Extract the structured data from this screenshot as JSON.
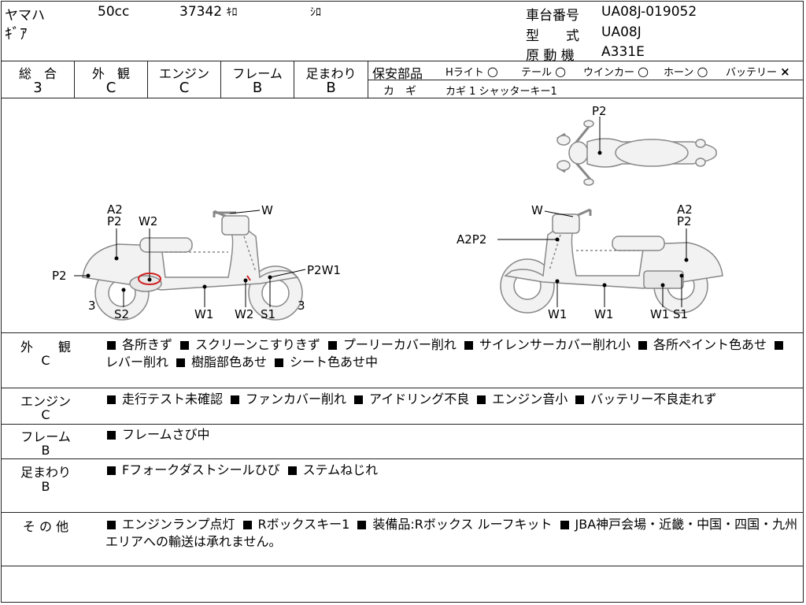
{
  "header": {
    "maker": "ヤマハ",
    "displacement": "50cc",
    "mileage": "37342",
    "mileage_unit": "ｷﾛ",
    "color": "ｼﾛ",
    "model_name": "ｷﾞｱ",
    "frame_no_label": "車台番号",
    "frame_no": "UA08J-019052",
    "type_label": "型　　式",
    "type": "UA08J",
    "engine_label": "原 動 機",
    "engine": "A331E"
  },
  "grades": {
    "overall": {
      "label": "総　合",
      "value": "3"
    },
    "exterior": {
      "label": "外　観",
      "value": "C"
    },
    "engine": {
      "label": "エンジン",
      "value": "C"
    },
    "frame": {
      "label": "フレーム",
      "value": "B"
    },
    "suspension": {
      "label": "足まわり",
      "value": "B"
    }
  },
  "safety": {
    "label": "保安部品",
    "items": [
      {
        "name": "Hライト",
        "status": "○"
      },
      {
        "name": "テール",
        "status": "○"
      },
      {
        "name": "ウインカー",
        "status": "○"
      },
      {
        "name": "ホーン",
        "status": "○"
      },
      {
        "name": "バッテリー",
        "status": "×"
      }
    ],
    "key_label": "カ　ギ",
    "key_value": "カギ 1  シャッターキー1"
  },
  "diagram_labels": {
    "top_p2": "P2",
    "left_a2": "A2",
    "left_p2_top": "P2",
    "left_w2_top": "W2",
    "left_w_handle": "W",
    "left_p2_front": "P2",
    "left_p2w1": "P2W1",
    "left_3_left": "3",
    "left_3_right": "3",
    "left_s2": "S2",
    "left_w1": "W1",
    "left_w2_bottom": "W2",
    "left_s1": "S1",
    "right_w": "W",
    "right_a2p2": "A2P2",
    "right_a2": "A2",
    "right_p2": "P2",
    "right_w1_a": "W1",
    "right_w1_b": "W1",
    "right_w1_c": "W1",
    "right_s1": "S1"
  },
  "remarks": [
    {
      "label": "外　　観",
      "grade": "C",
      "items": [
        "各所きず",
        "スクリーンこすりきず",
        "プーリーカバー削れ",
        "サイレンサーカバー削れ小",
        "各所ペイント色あせ",
        "レバー削れ",
        "樹脂部色あせ",
        "シート色あせ中"
      ]
    },
    {
      "label": "エンジン",
      "grade": "C",
      "items": [
        "走行テスト未確認",
        "ファンカバー削れ",
        "アイドリング不良",
        "エンジン音小",
        "バッテリー不良走れず"
      ]
    },
    {
      "label": "フレーム",
      "grade": "B",
      "items": [
        "フレームさび中"
      ]
    },
    {
      "label": "足まわり",
      "grade": "B",
      "items": [
        "Fフォークダストシールひび",
        "ステムねじれ"
      ]
    },
    {
      "label": "そ の 他",
      "grade": "",
      "items": [
        "エンジンランプ点灯",
        "Rボックスキー1",
        "装備品:Rボックス ルーフキット",
        "JBA神戸会場・近畿・中国・四国・九州エリアへの輸送は承れません。"
      ]
    }
  ],
  "colors": {
    "line": "#222222",
    "damage_mark": "#d02020",
    "diagram_fill": "#f2f2f2"
  }
}
